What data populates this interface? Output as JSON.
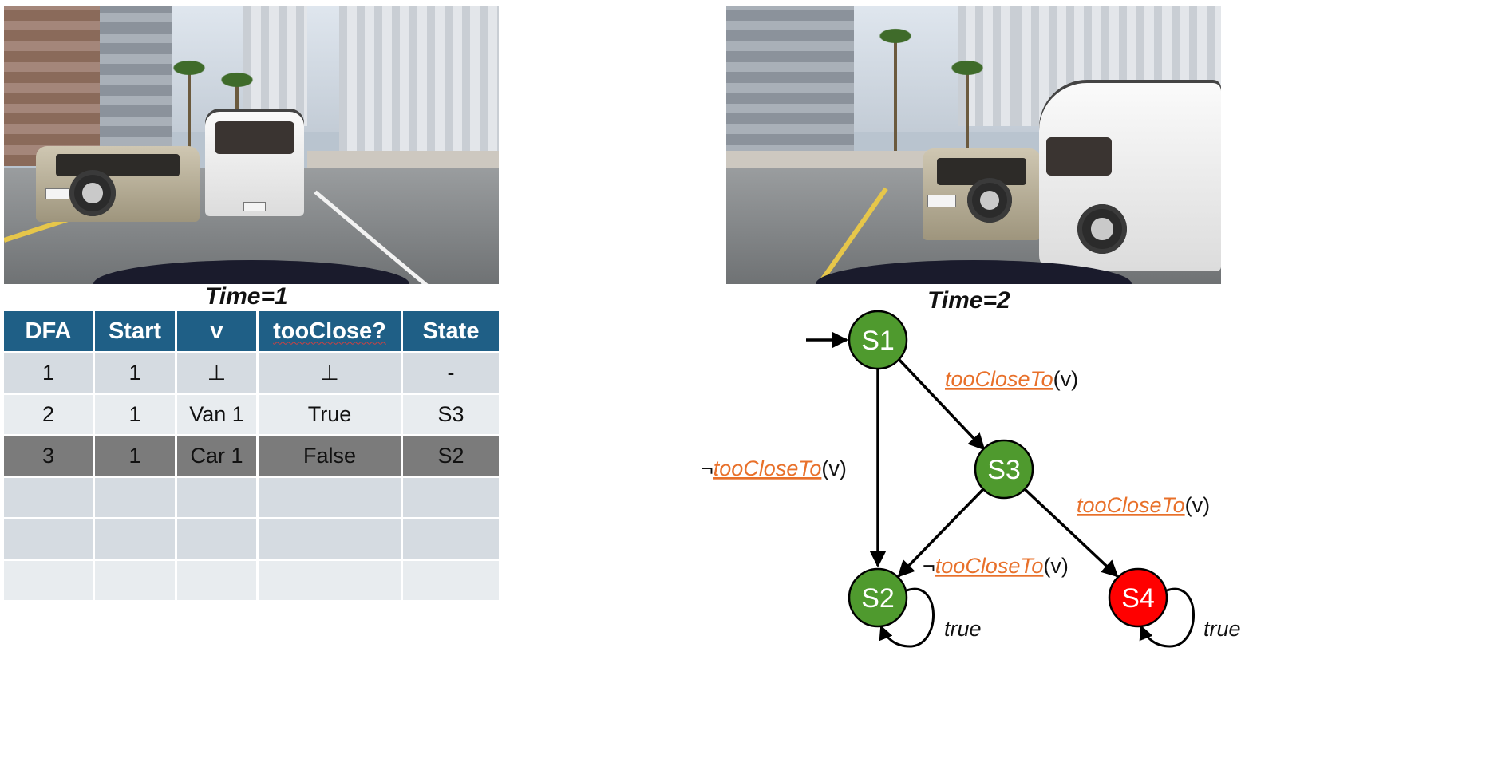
{
  "captions": {
    "left": "Time=1",
    "right": "Time=2"
  },
  "table": {
    "headers": [
      "DFA",
      "Start",
      "v",
      "tooClose?",
      "State"
    ],
    "rows": [
      [
        "1",
        "1",
        "⊥",
        "⊥",
        "-"
      ],
      [
        "2",
        "1",
        "Van 1",
        "True",
        "S3"
      ],
      [
        "3",
        "1",
        "Car 1",
        "False",
        "S2"
      ],
      [
        "",
        "",
        "",
        "",
        ""
      ],
      [
        "",
        "",
        "",
        "",
        ""
      ],
      [
        "",
        "",
        "",
        "",
        ""
      ]
    ],
    "colors": {
      "header": "#1f5f86",
      "row_light": "#d5dbe1",
      "row_lighter": "#e8ecef",
      "row_highlight": "#7b7b7b"
    }
  },
  "diagram": {
    "states": {
      "s1": "S1",
      "s2": "S2",
      "s3": "S3",
      "s4": "S4"
    },
    "state_colors": {
      "normal": "#4f9a2e",
      "error": "#ff0000"
    },
    "edges": {
      "s1_s3": {
        "predicate": "tooCloseTo",
        "arg": "(v)"
      },
      "s1_s2": {
        "negation": "¬",
        "predicate": "tooCloseTo",
        "arg": "(v)"
      },
      "s3_s4": {
        "predicate": "tooCloseTo",
        "arg": "(v)"
      },
      "s3_s2": {
        "negation": "¬",
        "predicate": "tooCloseTo",
        "arg": "(v)"
      },
      "s2_loop": "true",
      "s4_loop": "true"
    },
    "predicate_color": "#e8702a"
  }
}
